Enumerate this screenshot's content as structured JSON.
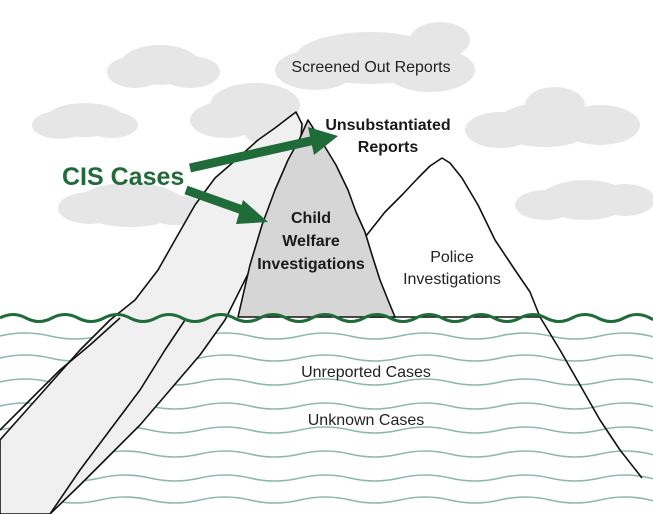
{
  "labels": {
    "screened_out": "Screened Out Reports",
    "unsubstantiated_line1": "Unsubstantiated",
    "unsubstantiated_line2": "Reports",
    "child_welfare_line1": "Child",
    "child_welfare_line2": "Welfare",
    "child_welfare_line3": "Investigations",
    "police_line1": "Police",
    "police_line2": "Investigations",
    "cis_cases": "CIS Cases",
    "unreported": "Unreported Cases",
    "unknown": "Unknown Cases"
  },
  "colors": {
    "accent_green": "#1f6b3a",
    "water_line": "#1f6b3a",
    "waves": "#8db8a8",
    "cloud": "#e6e6e6",
    "mountain_left": "#f0f0f0",
    "mountain_mid": "#d6d6d6",
    "mountain_right": "#ffffff",
    "outline": "#111111"
  },
  "icons": {
    "arrow": "arrow-right-icon",
    "cloud": "cloud-icon"
  }
}
